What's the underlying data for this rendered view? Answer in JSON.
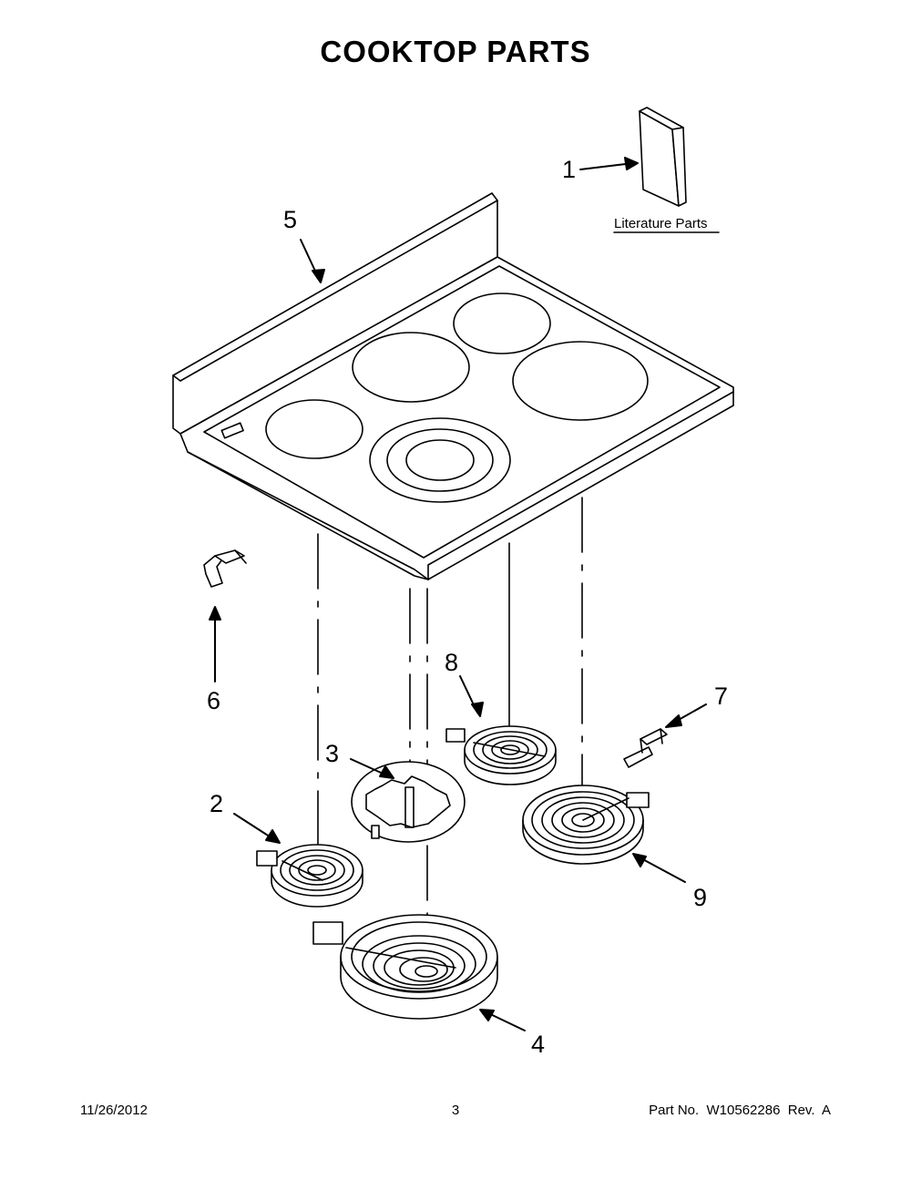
{
  "title": "COOKTOP PARTS",
  "literature_label": "Literature Parts",
  "callouts": {
    "c1": "1",
    "c2": "2",
    "c3": "3",
    "c4": "4",
    "c5": "5",
    "c6": "6",
    "c7": "7",
    "c8": "8",
    "c9": "9"
  },
  "footer": {
    "date": "11/26/2012",
    "page": "3",
    "part_no": "Part No.  W10562286  Rev.  A"
  }
}
